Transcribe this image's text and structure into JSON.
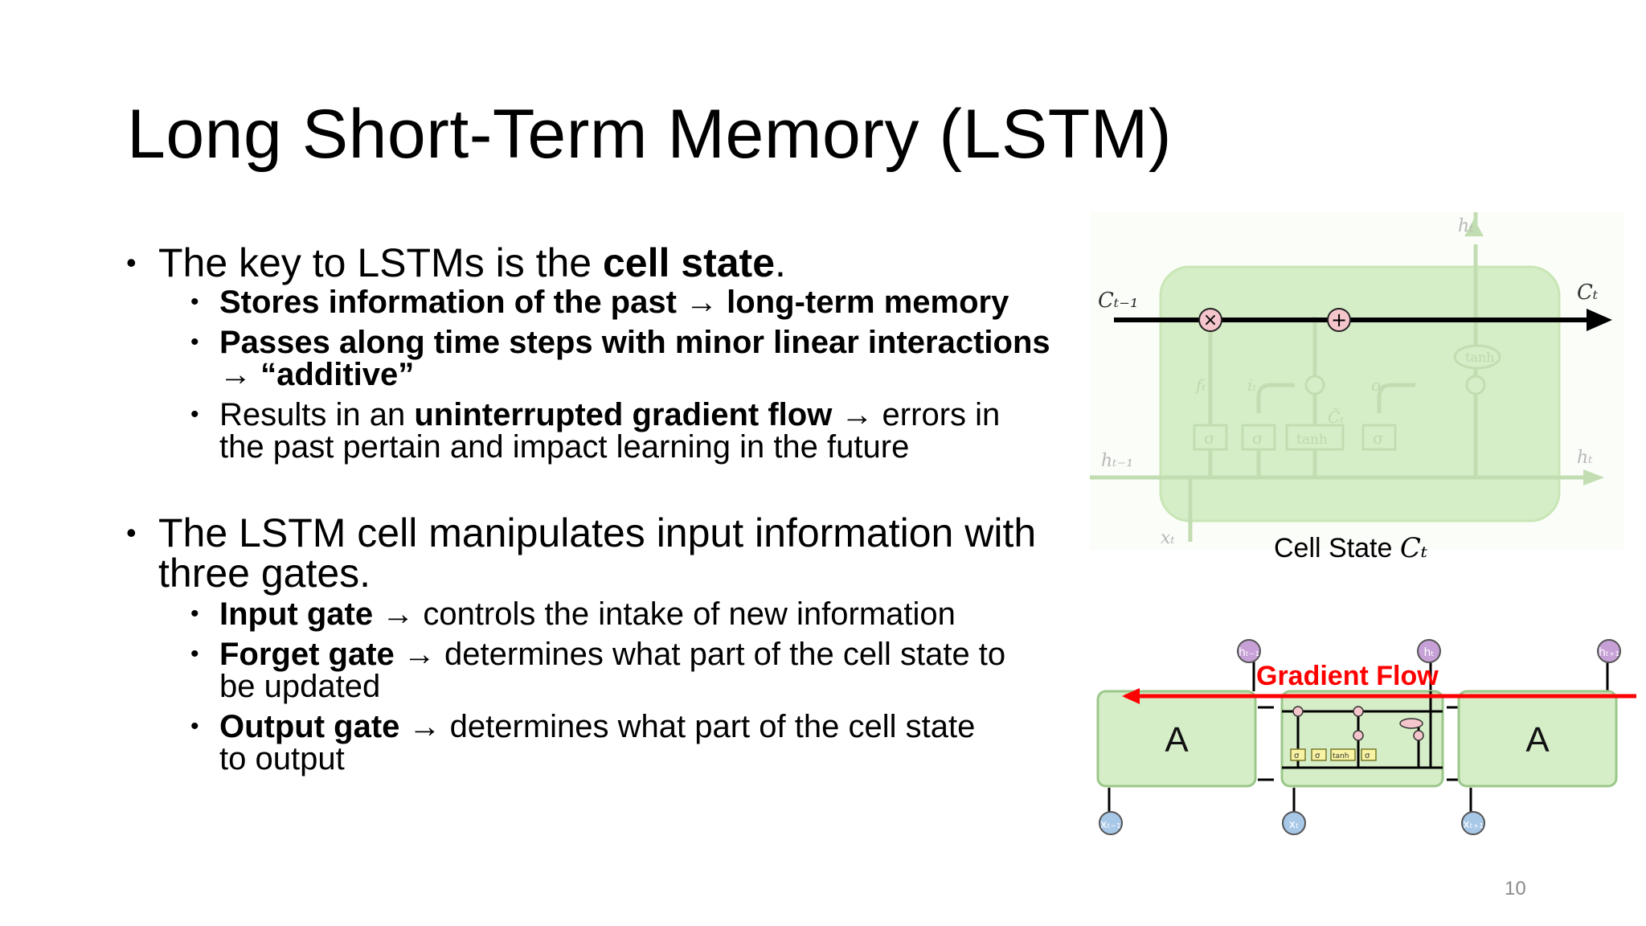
{
  "title": "Long Short-Term Memory (LSTM)",
  "bullets": [
    {
      "parts": [
        "The key to LSTMs is the ",
        "cell state",
        "."
      ],
      "subs": [
        {
          "line1": "Stores information of the past → long-term memory"
        },
        {
          "line1": "Passes along time steps with minor linear interactions",
          "line2": "→ “additive”"
        },
        {
          "a": "Results in an ",
          "b": "uninterrupted gradient flow",
          "c": " → errors in",
          "line2": "the past pertain and impact learning in the future"
        }
      ]
    },
    {
      "line1": "The LSTM cell manipulates input information with",
      "line2": "three gates.",
      "subs": [
        {
          "b": "Input gate",
          "c": " → controls the intake of new information"
        },
        {
          "b": "Forget gate",
          "c": " → determines what part of the cell state to",
          "line2": "be updated"
        },
        {
          "b": "Output gate",
          "c": " → determines what part of the cell state",
          "line2": "to output"
        }
      ]
    }
  ],
  "diagram_top": {
    "c_prev": "Cₜ₋₁",
    "c_t": "Cₜ",
    "h_t_top": "hₜ",
    "h_prev": "hₜ₋₁",
    "h_t_right": "hₜ",
    "x_t": "xₜ",
    "f_t": "fₜ",
    "i_t": "iₜ",
    "c_tilde": "C̃ₜ",
    "o_t": "oₜ",
    "sigma": "σ",
    "tanh": "tanh",
    "times": "×",
    "plus": "+"
  },
  "caption": {
    "text": "Cell State ",
    "math": "Cₜ"
  },
  "diagram_bottom": {
    "block_label": "A",
    "gradient_label": "Gradient Flow",
    "gradient_color": "#ff0000",
    "h_labels": [
      "hₜ₋₁",
      "hₜ",
      "hₜ₊₁"
    ],
    "x_labels": [
      "xₜ₋₁",
      "xₜ",
      "xₜ₊₁"
    ],
    "sigma": "σ",
    "tanh": "tanh"
  },
  "page_number": "10"
}
